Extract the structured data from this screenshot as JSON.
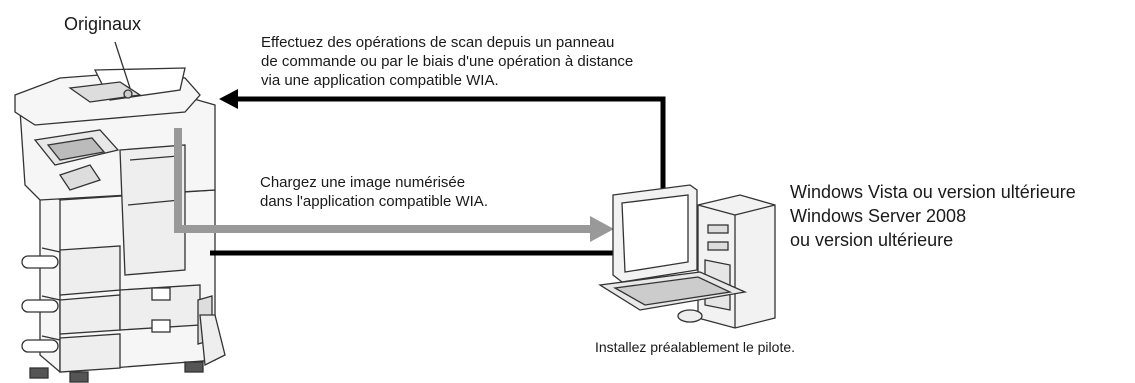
{
  "labels": {
    "originals": "Originaux",
    "scan_note": [
      "Effectuez des opérations de scan depuis un panneau",
      "de commande ou par le biais d'une opération à distance",
      "via une application compatible WIA."
    ],
    "load_note": [
      "Chargez une image numérisée",
      "dans l'application compatible WIA."
    ],
    "os_note": [
      "Windows Vista ou version ultérieure",
      "Windows Server 2008",
      "ou version ultérieure"
    ],
    "install_note": "Installez préalablement le pilote."
  },
  "icons": {
    "mfp": "multifunction-printer-icon",
    "pc": "desktop-computer-icon"
  },
  "colors": {
    "control_arrow": "#000000",
    "data_arrow": "#999999"
  }
}
